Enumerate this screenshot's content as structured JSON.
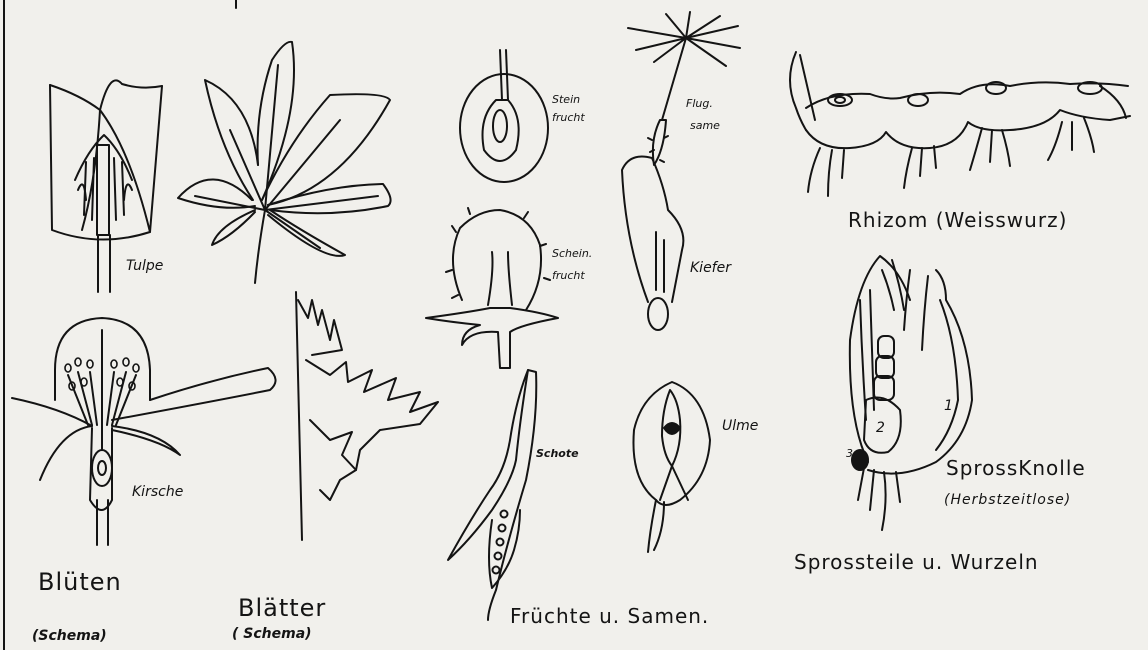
{
  "labels": {
    "tulpe": "Tulpe",
    "kirsche": "Kirsche",
    "blueten": "Blüten",
    "blueten_sub": "(Schema)",
    "blaetter": "Blätter",
    "blaetter_sub": "( Schema)",
    "steinfrucht": [
      "Stein",
      "frucht"
    ],
    "flugsame": [
      "Flug.",
      "same"
    ],
    "scheinfrucht": [
      "Schein.",
      "frucht"
    ],
    "kiefer": "Kiefer",
    "schote": "Schote",
    "ulme": "Ulme",
    "fruechte": "Früchte u. Samen.",
    "rhizom": "Rhizom (Weisswurz)",
    "sprossknolle": "SprossKnolle",
    "herbstzeitlose": "(Herbstzeitlose)",
    "sprossteile": "Sprossteile u. Wurzeln",
    "num1": "1",
    "num2": "2",
    "num3": "3"
  },
  "colors": {
    "paper": "#f1f0ec",
    "ink": "#141414"
  }
}
